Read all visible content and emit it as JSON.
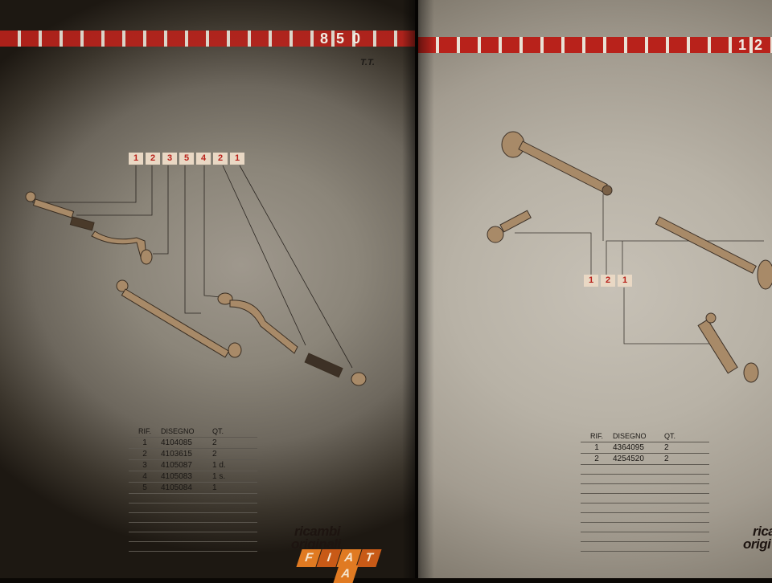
{
  "left_page": {
    "model_number": "850",
    "subtitle": "T.T.",
    "reference_callouts": [
      "1",
      "2",
      "3",
      "5",
      "4",
      "2",
      "1"
    ],
    "parts_table": {
      "headers": [
        "RIF.",
        "DISEGNO",
        "QT."
      ],
      "rows": [
        {
          "rif": "1",
          "disegno": "4104085",
          "qt": "2"
        },
        {
          "rif": "2",
          "disegno": "4103615",
          "qt": "2"
        },
        {
          "rif": "3",
          "disegno": "4105087",
          "qt": "1 d."
        },
        {
          "rif": "4",
          "disegno": "4105083",
          "qt": "1 s."
        },
        {
          "rif": "5",
          "disegno": "4105084",
          "qt": "1"
        }
      ]
    },
    "logo": {
      "line1": "ricambi",
      "line2": "originali",
      "brand_letters": [
        "F",
        "I",
        "A",
        "T",
        "A"
      ]
    }
  },
  "right_page": {
    "model_number": "12",
    "reference_callouts": [
      "1",
      "2",
      "1"
    ],
    "parts_table": {
      "headers": [
        "RIF.",
        "DISEGNO",
        "QT."
      ],
      "rows": [
        {
          "rif": "1",
          "disegno": "4364095",
          "qt": "2"
        },
        {
          "rif": "2",
          "disegno": "4254520",
          "qt": "2"
        }
      ]
    },
    "logo": {
      "line1": "rica",
      "line2": "origi"
    }
  },
  "colors": {
    "stripe_red": "#b8221b",
    "callout_bg": "#e9d8c4",
    "fiat_orange": "#e07a22",
    "part_tan": "#a88a68"
  }
}
